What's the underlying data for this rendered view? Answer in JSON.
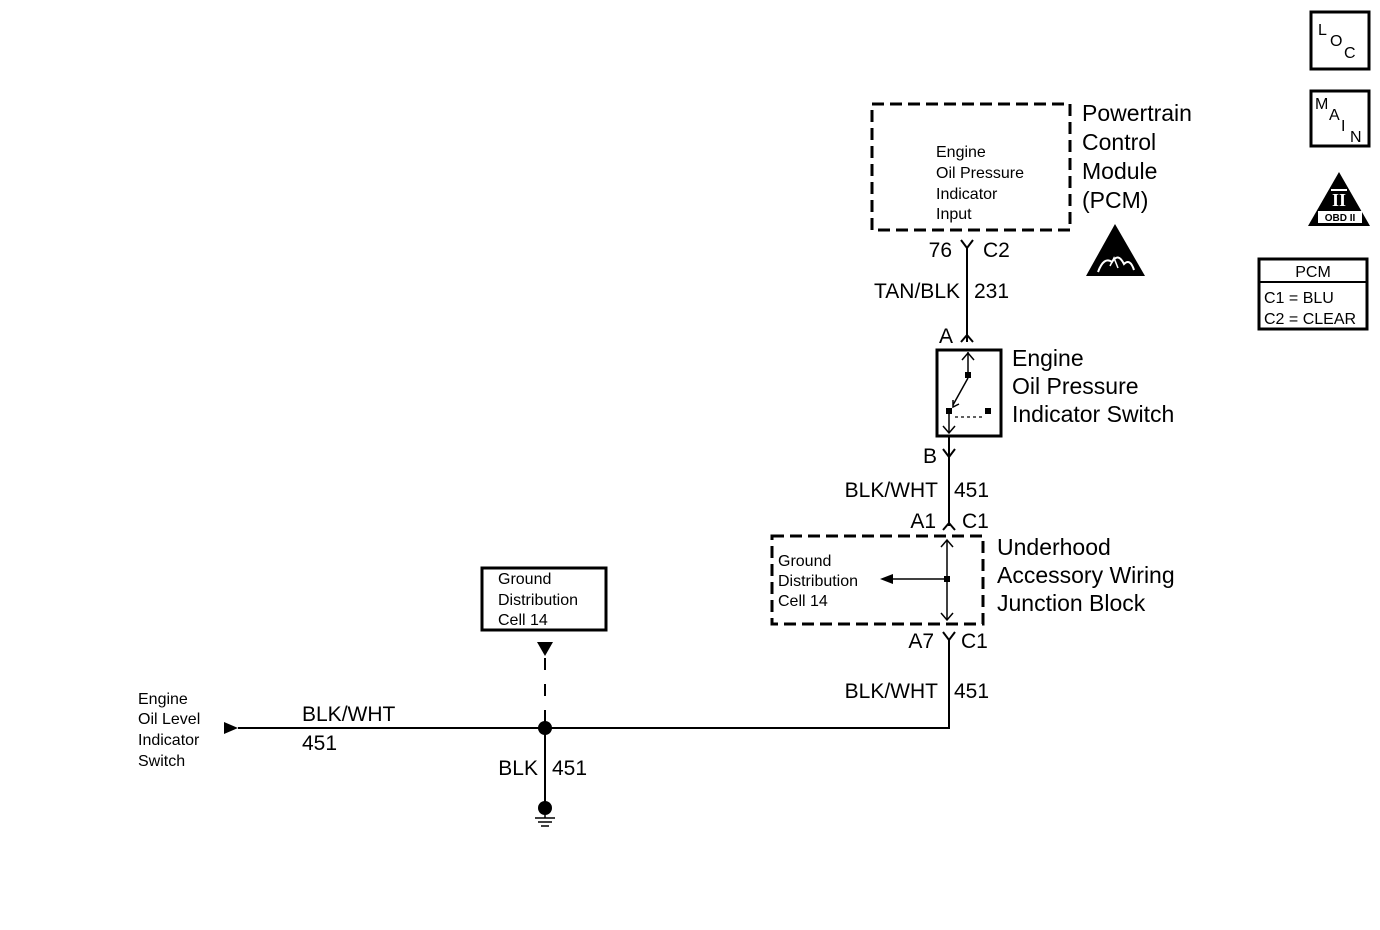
{
  "pcm": {
    "name_lines": [
      "Powertrain",
      "Control",
      "Module",
      "(PCM)"
    ],
    "input_lines": [
      "Engine",
      "Oil Pressure",
      "Indicator",
      "Input"
    ],
    "pin": "76",
    "connector": "C2"
  },
  "wire_pcm_switch": {
    "color": "TAN/BLK",
    "circuit": "231"
  },
  "oil_pressure_switch": {
    "name_lines": [
      "Engine",
      "Oil Pressure",
      "Indicator Switch"
    ],
    "pin_top": "A",
    "pin_bottom": "B"
  },
  "wire_switch_junction": {
    "color": "BLK/WHT",
    "circuit": "451"
  },
  "junction_block": {
    "name_lines": [
      "Underhood",
      "Accessory Wiring",
      "Junction Block"
    ],
    "inner_lines": [
      "Ground",
      "Distribution",
      "Cell 14"
    ],
    "top_pin": "A1",
    "top_connector": "C1",
    "bottom_pin": "A7",
    "bottom_connector": "C1"
  },
  "wire_junction_splice": {
    "color": "BLK/WHT",
    "circuit": "451"
  },
  "ground_distribution_ref": {
    "lines": [
      "Ground",
      "Distribution",
      "Cell 14"
    ]
  },
  "oil_level_switch": {
    "lines": [
      "Engine",
      "Oil Level",
      "Indicator",
      "Switch"
    ]
  },
  "wire_level_switch": {
    "color": "BLK/WHT",
    "circuit": "451"
  },
  "wire_ground": {
    "color": "BLK",
    "circuit": "451"
  },
  "icons": {
    "loc": [
      "L",
      "O",
      "C"
    ],
    "main": [
      "M",
      "A",
      "I",
      "N"
    ],
    "obd": {
      "numeral": "II",
      "label": "OBD II"
    }
  },
  "pcm_legend": {
    "title": "PCM",
    "rows": [
      "C1 = BLU",
      "C2 = CLEAR"
    ]
  }
}
